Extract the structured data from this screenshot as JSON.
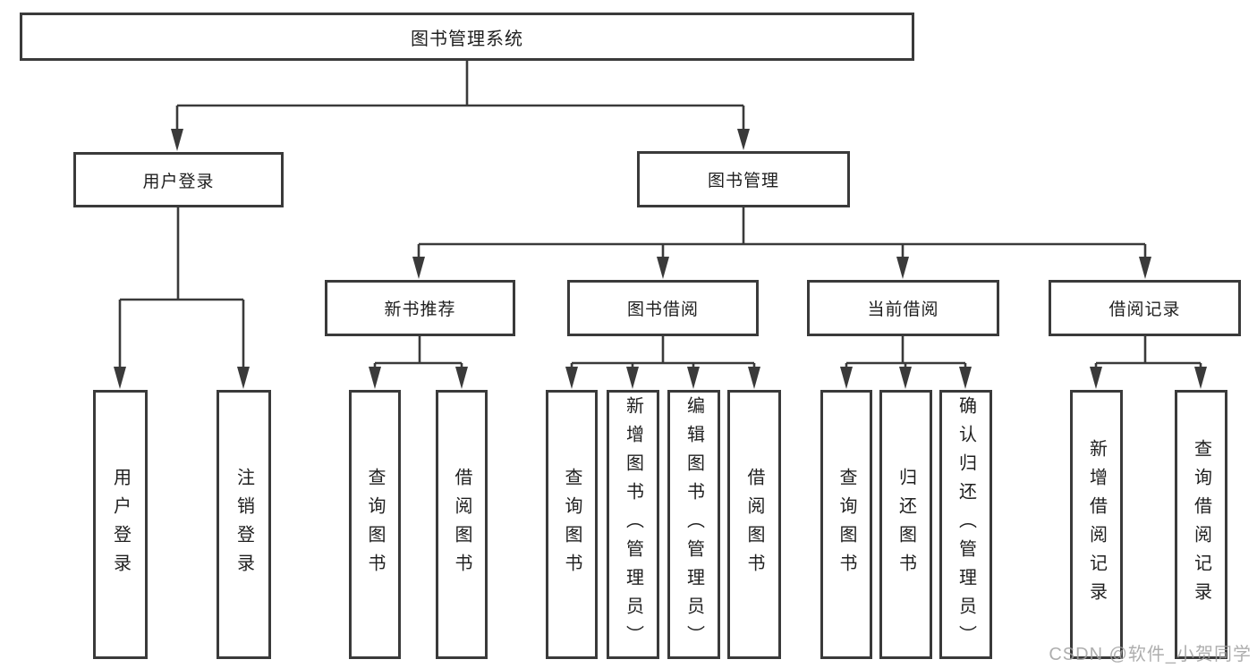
{
  "colors": {
    "line": "#3a3a3a",
    "text": "#1f1f1f",
    "boxfill": "#ffffff",
    "bg": "#ffffff",
    "watermark": "#a0a0a0"
  },
  "tree": {
    "root": "图书管理系统",
    "children": [
      {
        "label": "用户登录",
        "children": [
          {
            "label": "用户登录"
          },
          {
            "label": "注销登录"
          }
        ]
      },
      {
        "label": "图书管理",
        "children": [
          {
            "label": "新书推荐",
            "children": [
              {
                "label": "查询图书"
              },
              {
                "label": "借阅图书"
              }
            ]
          },
          {
            "label": "图书借阅",
            "children": [
              {
                "label": "查询图书"
              },
              {
                "label": "新增图书（管理员）"
              },
              {
                "label": "编辑图书（管理员）"
              },
              {
                "label": "借阅图书"
              }
            ]
          },
          {
            "label": "当前借阅",
            "children": [
              {
                "label": "查询图书"
              },
              {
                "label": "归还图书"
              },
              {
                "label": "确认归还（管理员）"
              }
            ]
          },
          {
            "label": "借阅记录",
            "children": [
              {
                "label": "新增借阅记录"
              },
              {
                "label": "查询借阅记录"
              }
            ]
          }
        ]
      }
    ]
  },
  "watermark": {
    "text": "CSDN @软件_小贺同学"
  }
}
